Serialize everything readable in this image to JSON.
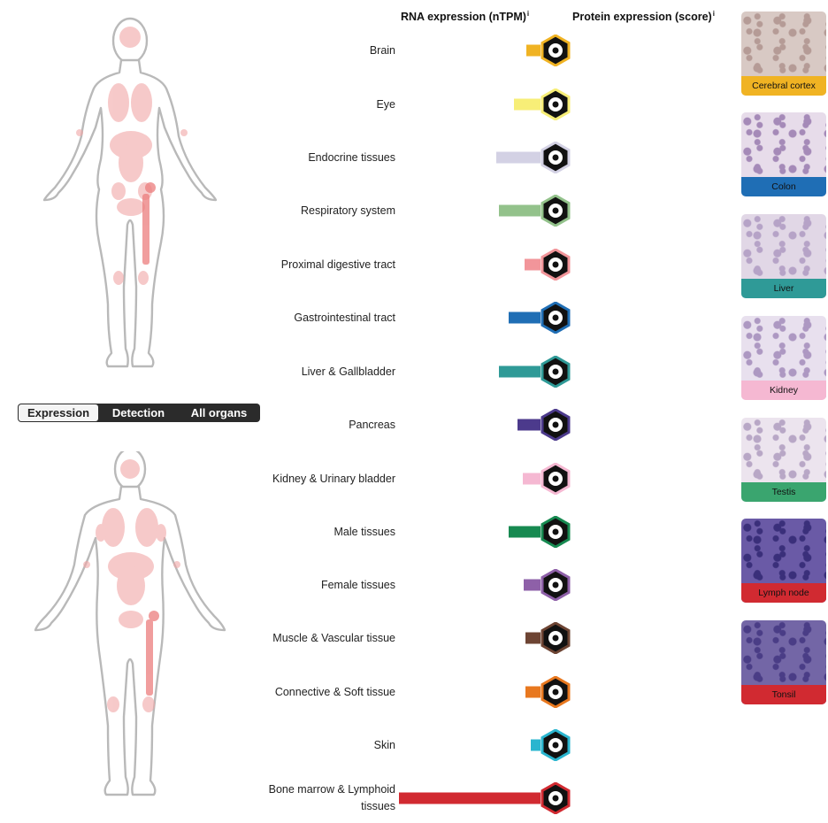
{
  "headers": {
    "rna": "RNA expression (nTPM)",
    "protein": "Protein expression (score)",
    "info": "i"
  },
  "view_toggle": {
    "options": [
      "Expression",
      "Detection",
      "All organs"
    ],
    "selected": "Expression"
  },
  "organs": [
    {
      "label": "Brain",
      "color": "#f0b323",
      "rna_value": 16
    },
    {
      "label": "Eye",
      "color": "#f7ee77",
      "rna_value": 30
    },
    {
      "label": "Endocrine tissues",
      "color": "#d3d1e4",
      "rna_value": 50
    },
    {
      "label": "Respiratory system",
      "color": "#93c28b",
      "rna_value": 47
    },
    {
      "label": "Proximal digestive tract",
      "color": "#f2959a",
      "rna_value": 18
    },
    {
      "label": "Gastrointestinal tract",
      "color": "#1f6eb5",
      "rna_value": 36
    },
    {
      "label": "Liver & Gallbladder",
      "color": "#2f9a97",
      "rna_value": 47
    },
    {
      "label": "Pancreas",
      "color": "#4c3a8c",
      "rna_value": 26
    },
    {
      "label": "Kidney & Urinary bladder",
      "color": "#f5b8d2",
      "rna_value": 20
    },
    {
      "label": "Male tissues",
      "color": "#178a51",
      "rna_value": 36
    },
    {
      "label": "Female tissues",
      "color": "#8e60a8",
      "rna_value": 19
    },
    {
      "label": "Muscle & Vascular tissue",
      "color": "#6d4433",
      "rna_value": 17
    },
    {
      "label": "Connective & Soft tissue",
      "color": "#e8781f",
      "rna_value": 17
    },
    {
      "label": "Skin",
      "color": "#2ab5cf",
      "rna_value": 11
    },
    {
      "label": "Bone marrow & Lymphoid tissues",
      "color": "#d12a31",
      "rna_value": 160
    }
  ],
  "rna_scale_max": 160,
  "tissues": [
    {
      "label": "Cerebral cortex",
      "color": "#f0b323"
    },
    {
      "label": "Colon",
      "color": "#1f6eb5"
    },
    {
      "label": "Liver",
      "color": "#2f9a97"
    },
    {
      "label": "Kidney",
      "color": "#f5b8d2"
    },
    {
      "label": "Testis",
      "color": "#3aa56f"
    },
    {
      "label": "Lymph node",
      "color": "#d12a31"
    },
    {
      "label": "Tonsil",
      "color": "#d12a31"
    }
  ]
}
